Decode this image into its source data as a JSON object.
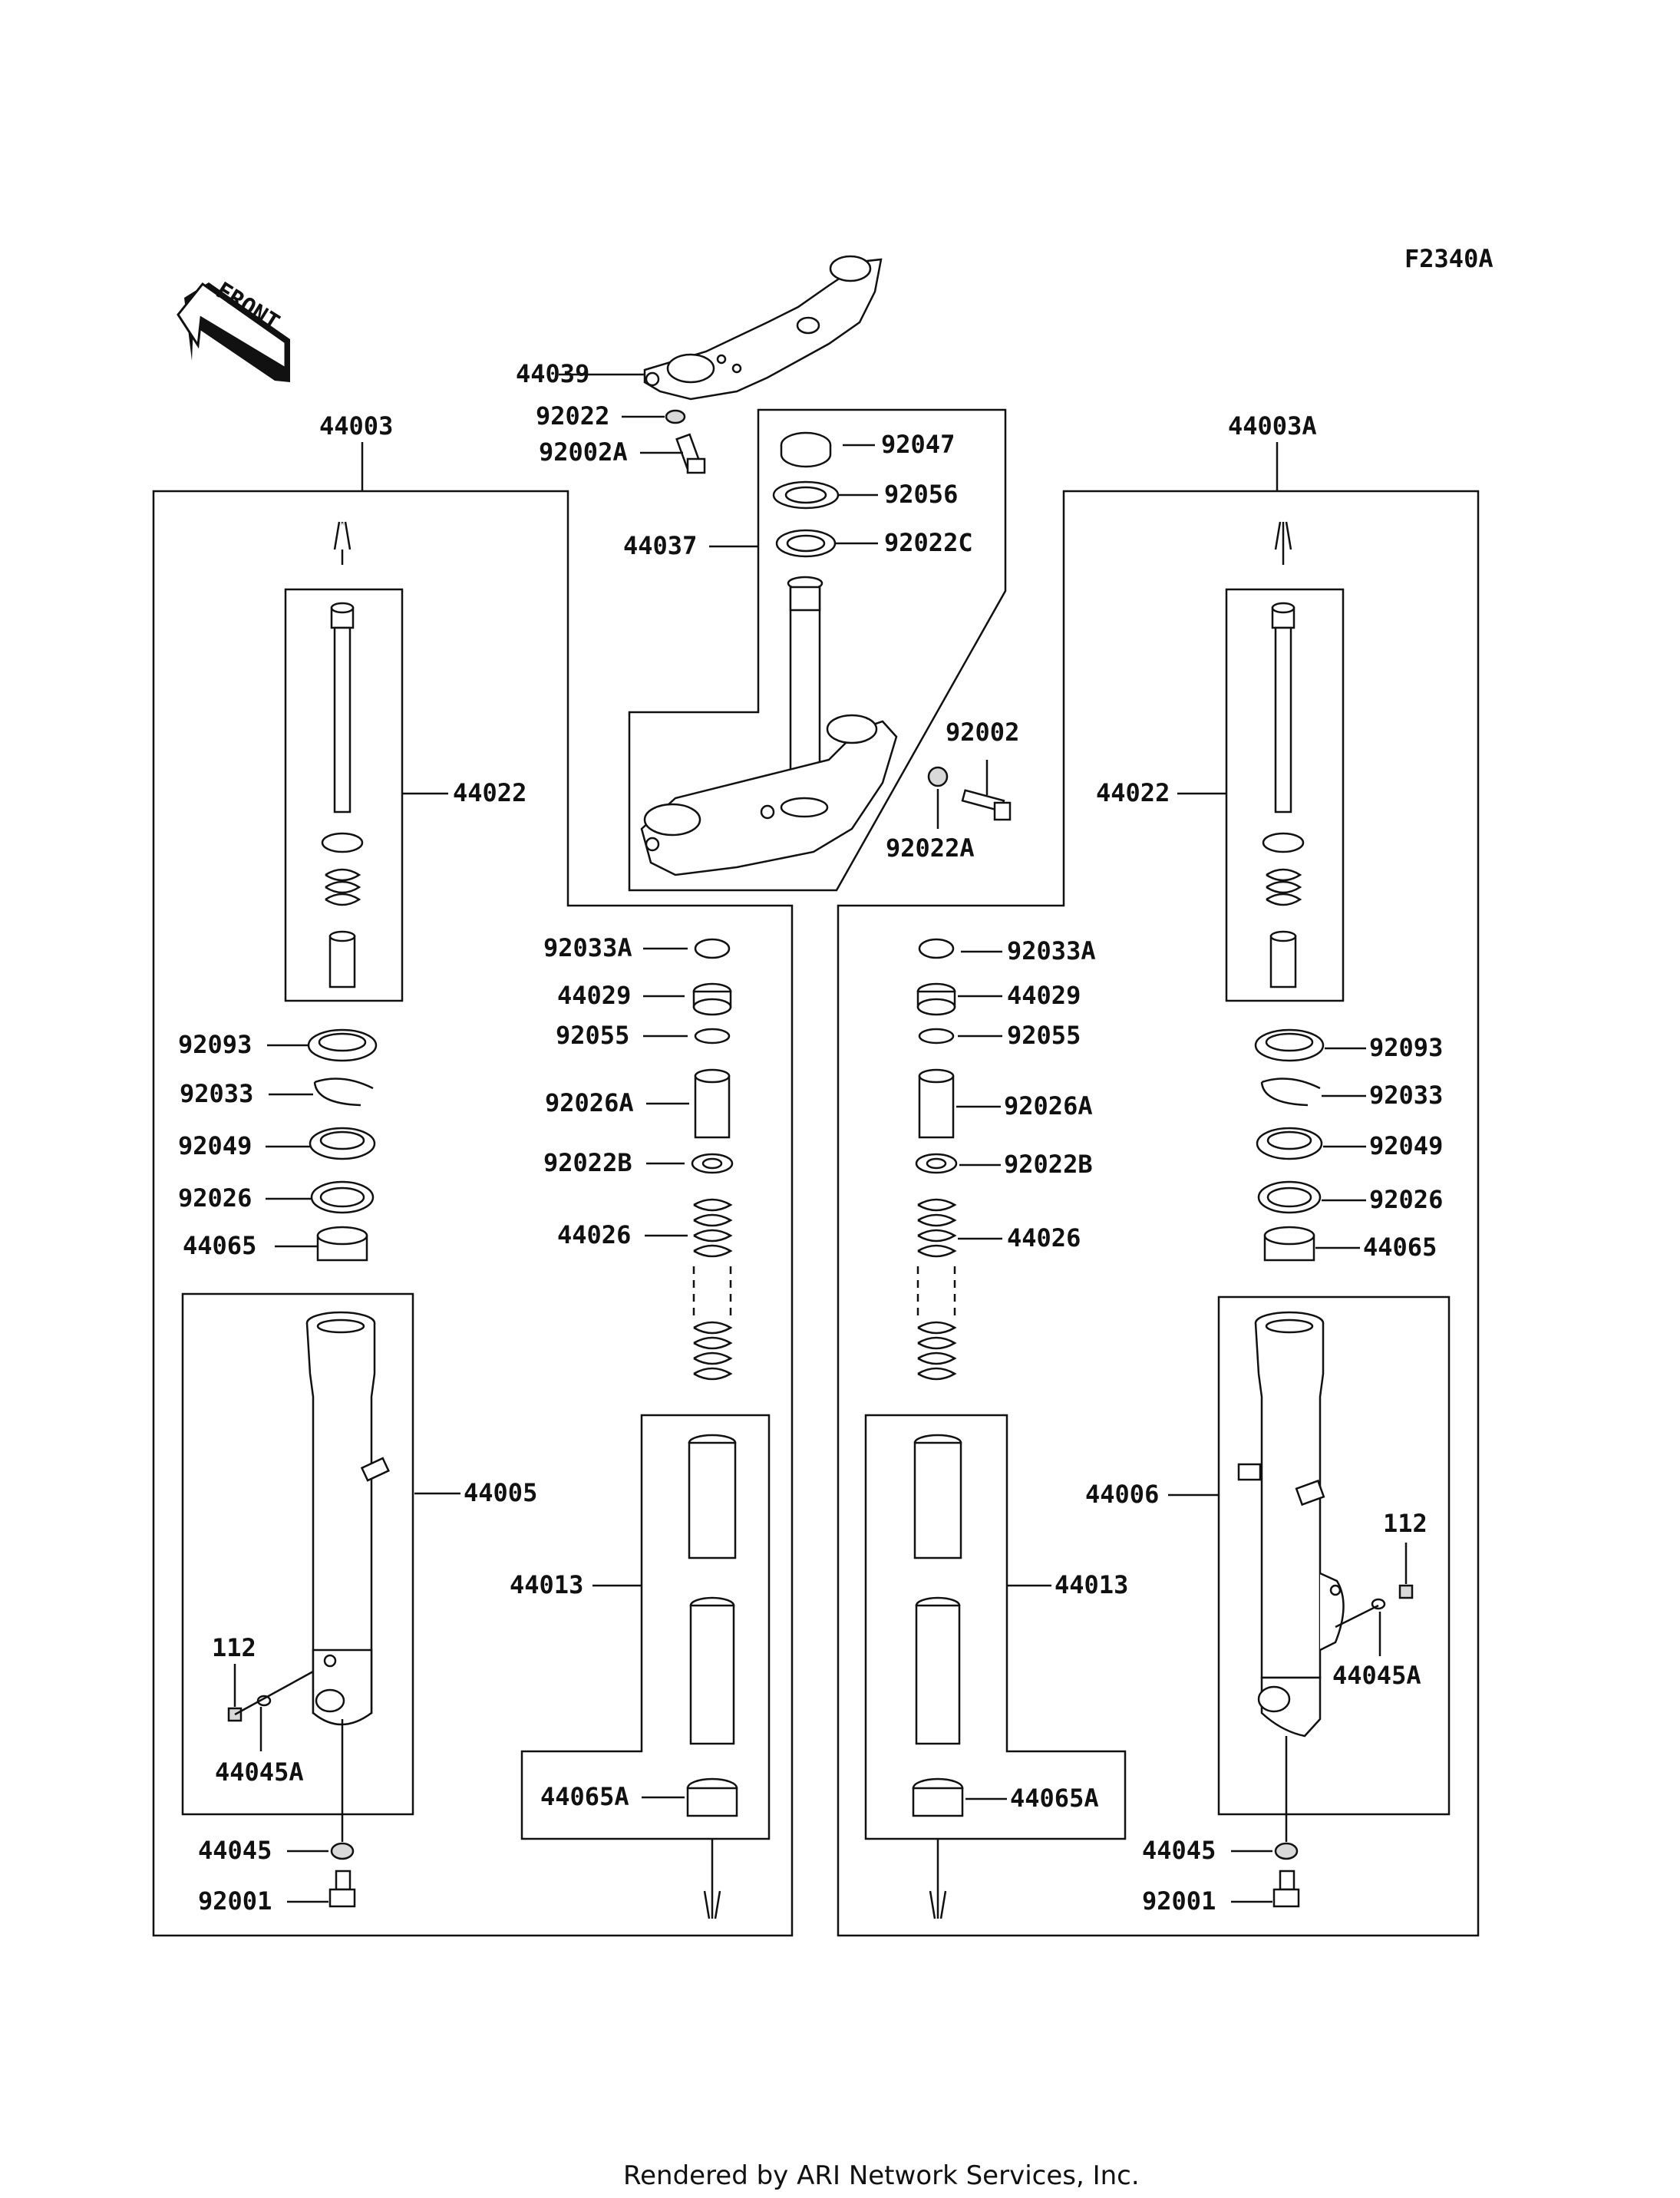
{
  "diagram_code": "F2340A",
  "front_arrow_label": "FRONT",
  "footer": "Rendered by ARI Network Services, Inc.",
  "labels": {
    "l44039": "44039",
    "l92022": "92022",
    "l92002A": "92002A",
    "l44037": "44037",
    "l92047": "92047",
    "l92056": "92056",
    "l92022C": "92022C",
    "l92002": "92002",
    "l92022A": "92022A",
    "left": {
      "assembly": "44003",
      "p44022": "44022",
      "p92093": "92093",
      "p92033": "92033",
      "p92049": "92049",
      "p92026": "92026",
      "p44065": "44065",
      "p44005": "44005",
      "p112": "112",
      "p44045A": "44045A",
      "p44045": "44045",
      "p92001": "92001",
      "p92033A": "92033A",
      "p44029": "44029",
      "p92055": "92055",
      "p92026A": "92026A",
      "p92022B": "92022B",
      "p44026": "44026",
      "p44013": "44013",
      "p44065A": "44065A"
    },
    "right": {
      "assembly": "44003A",
      "p44022": "44022",
      "p92093": "92093",
      "p92033": "92033",
      "p92049": "92049",
      "p92026": "92026",
      "p44065": "44065",
      "p44006": "44006",
      "p112": "112",
      "p44045A": "44045A",
      "p44045": "44045",
      "p92001": "92001",
      "p92033A": "92033A",
      "p44029": "44029",
      "p92055": "92055",
      "p92026A": "92026A",
      "p92022B": "92022B",
      "p44026": "44026",
      "p44013": "44013",
      "p44065A": "44065A"
    }
  }
}
